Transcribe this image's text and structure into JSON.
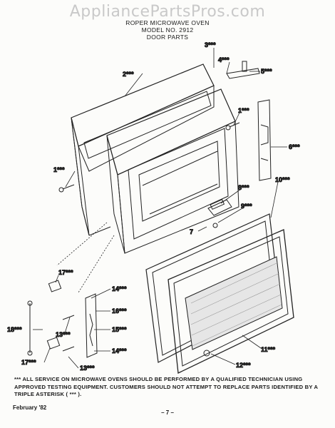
{
  "watermark": "AppliancePartsPros.com",
  "header": {
    "line1": "ROPER MICROWAVE OVEN",
    "line2": "MODEL NO. 2912",
    "line3": "DOOR PARTS"
  },
  "callouts": {
    "c1a": "1***",
    "c1b": "1***",
    "c2": "2***",
    "c3": "3***",
    "c4": "4***",
    "c5": "5***",
    "c6": "6***",
    "c7": "7",
    "c8": "8***",
    "c9": "9***",
    "c10": "10***",
    "c11": "11***",
    "c12": "12***",
    "c13": "13***",
    "c13b": "13***",
    "c14a": "14***",
    "c14b": "14***",
    "c15": "15***",
    "c16": "16***",
    "c17a": "17***",
    "c17b": "17***",
    "c18": "18***"
  },
  "note": "*** ALL SERVICE ON MICROWAVE OVENS SHOULD BE PERFORMED BY A QUALIFIED TECHNICIAN USING APPROVED TESTING EQUIPMENT. CUSTOMERS SHOULD NOT ATTEMPT TO REPLACE PARTS IDENTIFIED BY A TRIPLE ASTERISK ( *** ).",
  "date": "February '82",
  "page_number": "– 7 –"
}
